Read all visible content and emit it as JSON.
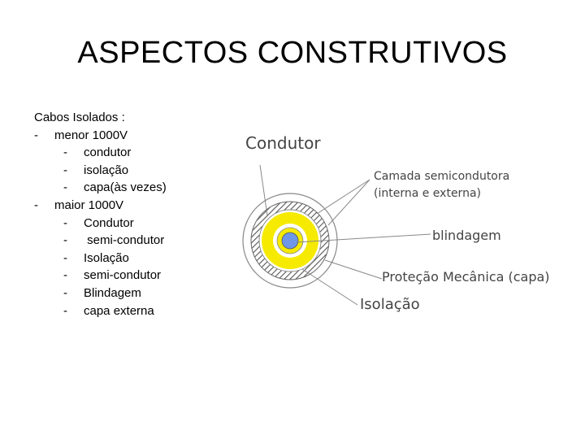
{
  "slide": {
    "title": "ASPECTOS CONSTRUTIVOS",
    "heading": "Cabos Isolados :",
    "groups": [
      {
        "label": "menor 1000V",
        "items": [
          "condutor",
          "isolação",
          "capa(às vezes)"
        ]
      },
      {
        "label": "maior 1000V",
        "items": [
          "Condutor",
          " semi-condutor",
          "Isolação",
          "semi-condutor",
          "Blindagem",
          "capa externa"
        ]
      }
    ],
    "bullet": "-"
  },
  "figure": {
    "labels": {
      "conductor": "Condutor",
      "semiconductor_line1": "Camada semicondutora",
      "semiconductor_line2": "(interna e externa)",
      "shield": "blindagem",
      "jacket": "Proteção Mecânica (capa)",
      "insulation": "Isolação"
    },
    "colors": {
      "core": "#6f97e8",
      "insulation": "#f5ea00",
      "hatch": "#555555",
      "lines": "#777777"
    }
  }
}
